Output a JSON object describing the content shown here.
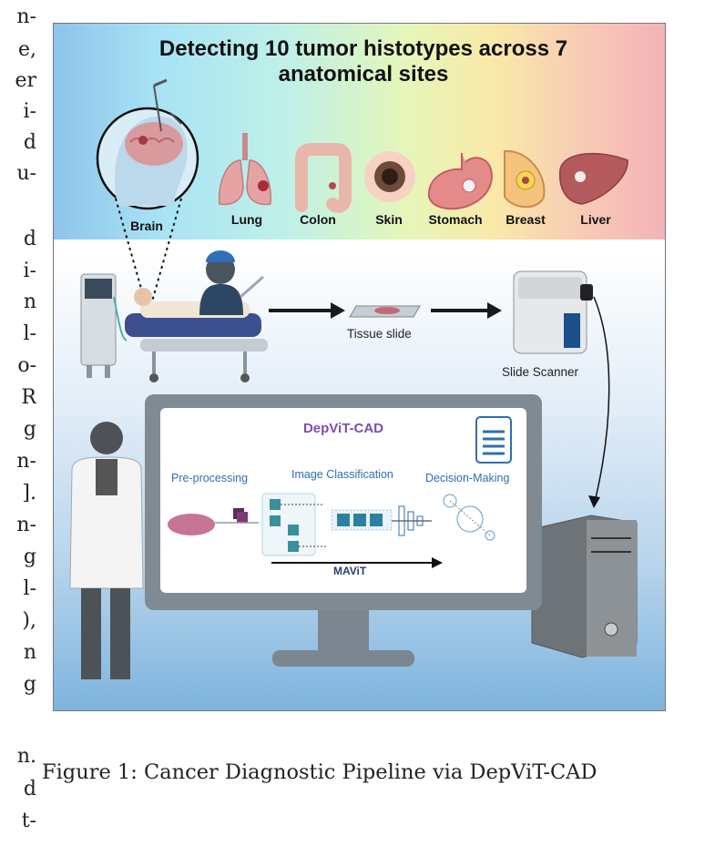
{
  "left_text_fragments": [
    "n-",
    "e,",
    "er",
    "i-",
    "d",
    "u-",
    "d",
    "i-",
    "n",
    "l-",
    "o-",
    "R",
    "g",
    "n-",
    "].",
    "n-",
    "g",
    "l-",
    "),",
    "n",
    "g",
    "n.",
    "d",
    "t-"
  ],
  "figure": {
    "title": "Detecting 10 tumor histotypes across 7 anatomical sites",
    "organs": [
      "Brain",
      "Lung",
      "Colon",
      "Skin",
      "Stomach",
      "Breast",
      "Liver"
    ],
    "workflow": {
      "tissue_slide_label": "Tissue slide",
      "scanner_label": "Slide Scanner"
    },
    "app": {
      "title": "DepViT-CAD",
      "steps": [
        "Pre-processing",
        "Image Classification",
        "Decision-Making"
      ],
      "pipeline_label": "MAViT"
    }
  },
  "caption": "Figure 1: Cancer Diagnostic Pipeline via DepViT-CAD",
  "colors": {
    "app_title": "#7b4fb0",
    "step_labels": "#2e6fb0",
    "monitor_frame": "#7f8a93",
    "arrow": "#1a1a1a"
  }
}
